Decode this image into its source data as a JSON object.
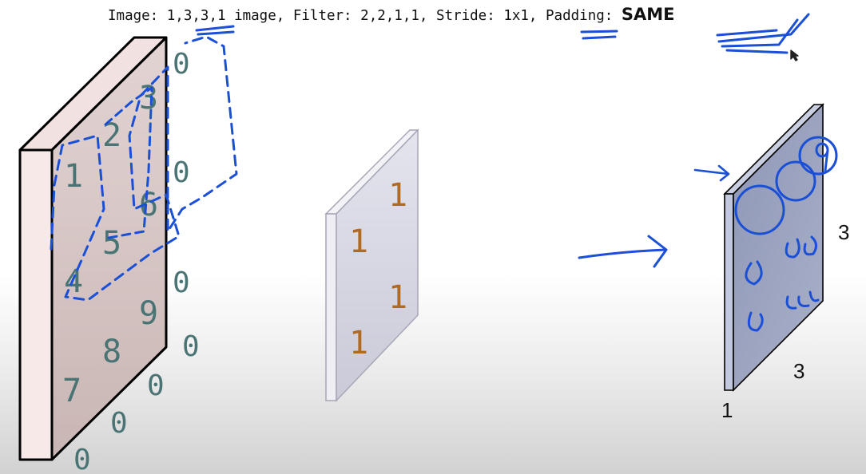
{
  "header": {
    "image_label": "Image:",
    "image_value": "1,3,3,1",
    "image_word": "image,",
    "filter_label": "Filter:",
    "filter_value": "2,2,1,1,",
    "stride_label": "Stride:",
    "stride_value": "1x1,",
    "padding_label": "Padding:",
    "padding_value": "SAME"
  },
  "input_block": {
    "face_numbers": [
      "1",
      "2",
      "3",
      "4",
      "5",
      "6",
      "7",
      "8",
      "9"
    ],
    "padding_zeros": [
      "0",
      "0",
      "0",
      "0",
      "0",
      "0",
      "0"
    ]
  },
  "filter_block": {
    "values": [
      "1",
      "1",
      "1",
      "1"
    ]
  },
  "output_block": {
    "height_label": "3",
    "width_label": "3",
    "depth_label": "1"
  },
  "colors": {
    "input_face": "#dccdcd",
    "input_side": "#f4e6e4",
    "digit": "#4a7474",
    "filter_face": "#d9d9e6",
    "filter_digit": "#b06a22",
    "output_face": "#99a3c1",
    "ink": "#1a4fd6"
  }
}
